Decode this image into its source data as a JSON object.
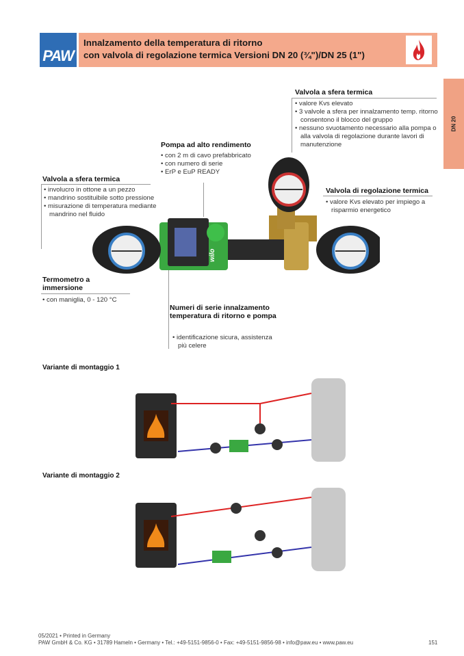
{
  "header": {
    "logo": "PAW",
    "title_line1": "Innalzamento della temperatura di ritorno",
    "title_line2": "con valvola di regolazione termica Versioni DN 20 (¾\")/DN 25 (1\")",
    "icon": "flame-icon",
    "band_color": "#f4a98c"
  },
  "side_tab": {
    "label": "DN 20"
  },
  "callouts": {
    "ball_valve_top": {
      "title": "Valvola a sfera termica",
      "items": [
        "valore Kvs elevato",
        "3 valvole a sfera per innalzamento temp. ritorno consentono il blocco del gruppo",
        "nessuno svuotamento necessario alla pompa o alla valvola di regolazione durante lavori di manutenzione"
      ]
    },
    "pump": {
      "title": "Pompa ad alto rendimento",
      "items": [
        "con 2 m di cavo prefabbricato",
        "con numero di serie",
        "ErP e EuP READY"
      ]
    },
    "ball_valve_left": {
      "title": "Valvola a sfera termica",
      "items": [
        "involucro in ottone a un pezzo",
        "mandrino sostituibile sotto pressione",
        "misurazione di temperatura mediante mandrino nel fluido"
      ]
    },
    "control_valve": {
      "title": "Valvola di regolazione termica",
      "items": [
        "valore Kvs elevato per impiego a risparmio energetico"
      ]
    },
    "thermometer": {
      "title": "Termometro a immersione",
      "items": [
        "con maniglia, 0 - 120 °C"
      ]
    },
    "serial": {
      "title": "Numeri di serie innalzamento temperatura di ritorno e pompa",
      "items": [
        "identificazione sicura, assistenza più celere"
      ]
    }
  },
  "product": {
    "pump_brand": "wilo"
  },
  "variants": [
    {
      "label": "Variante di montaggio 1"
    },
    {
      "label": "Variante di montaggio 2"
    }
  ],
  "footer": {
    "line1": "05/2021 • Printed in Germany",
    "line2": "PAW GmbH & Co. KG • 31789 Hameln • Germany • Tel.: +49-5151-9856-0 • Fax: +49-5151-9856-98 • info@paw.eu • www.paw.eu",
    "page": "151"
  }
}
